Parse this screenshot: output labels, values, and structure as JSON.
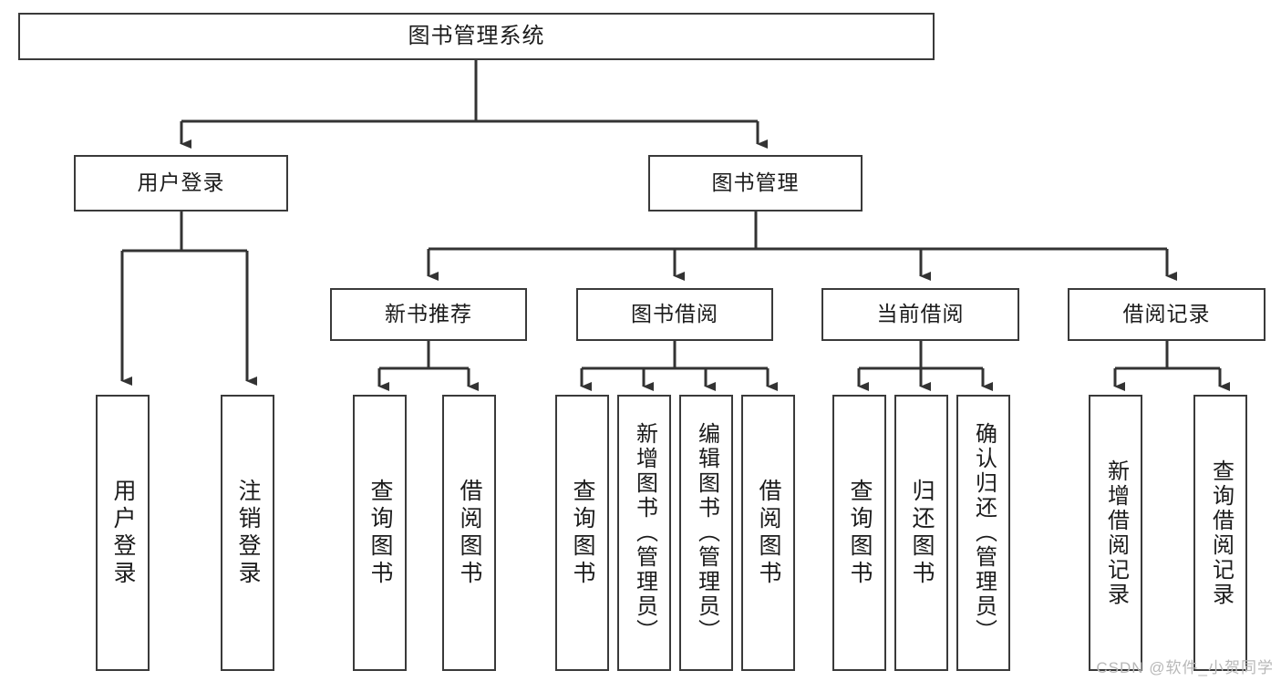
{
  "diagram": {
    "title": "图书管理系统",
    "type": "tree",
    "watermark": "CSDN @软件_小贺同学",
    "colors": {
      "box_stroke": "#3a3a3a",
      "box_fill": "#ffffff",
      "connector": "#333333",
      "text": "#1b1b1b",
      "watermark": "#b8b8b8"
    },
    "root": {
      "id": "root",
      "label": "图书管理系统"
    },
    "level2": [
      {
        "id": "l2-user-login",
        "label": "用户登录"
      },
      {
        "id": "l2-book-manage",
        "label": "图书管理"
      }
    ],
    "level3": [
      {
        "id": "l3-new-book-rec",
        "label": "新书推荐"
      },
      {
        "id": "l3-book-borrow",
        "label": "图书借阅"
      },
      {
        "id": "l3-current-borrow",
        "label": "当前借阅"
      },
      {
        "id": "l3-borrow-record",
        "label": "借阅记录"
      }
    ],
    "leaves": [
      {
        "id": "leaf-user-login",
        "label": "用户登录",
        "parent": "l2-user-login"
      },
      {
        "id": "leaf-logout",
        "label": "注销登录",
        "parent": "l2-user-login"
      },
      {
        "id": "leaf-query-book-1",
        "label": "查询图书",
        "parent": "l3-new-book-rec"
      },
      {
        "id": "leaf-borrow-book-1",
        "label": "借阅图书",
        "parent": "l3-new-book-rec"
      },
      {
        "id": "leaf-query-book-2",
        "label": "查询图书",
        "parent": "l3-book-borrow"
      },
      {
        "id": "leaf-add-book",
        "label": "新增图书（管理员）",
        "parent": "l3-book-borrow"
      },
      {
        "id": "leaf-edit-book",
        "label": "编辑图书（管理员）",
        "parent": "l3-book-borrow"
      },
      {
        "id": "leaf-borrow-book-2",
        "label": "借阅图书",
        "parent": "l3-book-borrow"
      },
      {
        "id": "leaf-query-book-3",
        "label": "查询图书",
        "parent": "l3-current-borrow"
      },
      {
        "id": "leaf-return-book",
        "label": "归还图书",
        "parent": "l3-current-borrow"
      },
      {
        "id": "leaf-confirm-return",
        "label": "确认归还（管理员）",
        "parent": "l3-current-borrow"
      },
      {
        "id": "leaf-add-record",
        "label": "新增借阅记录",
        "parent": "l3-borrow-record"
      },
      {
        "id": "leaf-query-record",
        "label": "查询借阅记录",
        "parent": "l3-borrow-record"
      }
    ]
  }
}
